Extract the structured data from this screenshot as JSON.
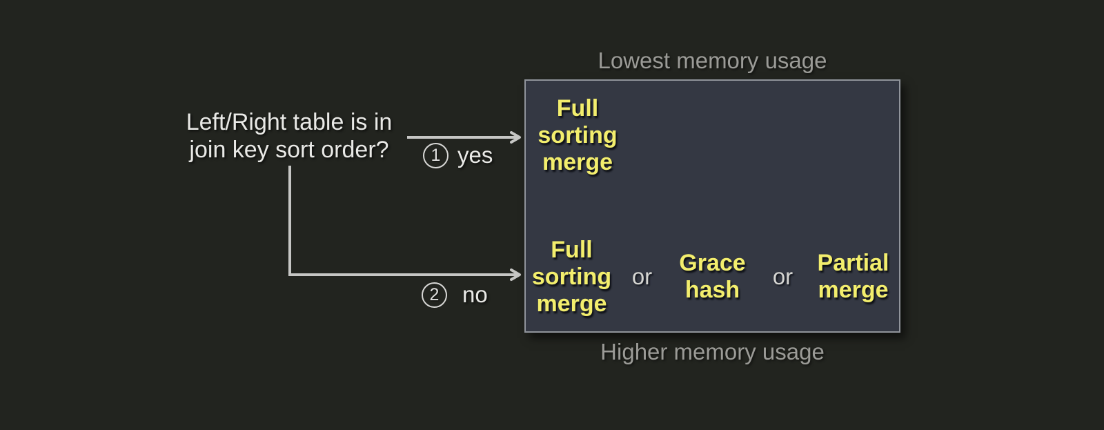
{
  "colors": {
    "background": "#22241f",
    "box_fill": "#343843",
    "box_border": "#90949b",
    "accent_yellow": "#f3ee6d",
    "text_white": "#e9e9e6",
    "text_gray": "#9b9b97",
    "line_gray": "#c6c6c4"
  },
  "question": {
    "text": "Left/Right table is in\njoin key sort order?"
  },
  "branches": {
    "yes": {
      "number": "1",
      "label": "yes"
    },
    "no": {
      "number": "2",
      "label": "no"
    }
  },
  "memory_scale": {
    "top": "Lowest memory usage",
    "bottom": "Higher memory usage"
  },
  "strategies": {
    "sorted_row": {
      "options": [
        "Full\nsorting\nmerge"
      ]
    },
    "unsorted_row": {
      "options": [
        "Full\nsorting\nmerge",
        "Grace\nhash",
        "Partial\nmerge"
      ],
      "separator": "or"
    }
  }
}
